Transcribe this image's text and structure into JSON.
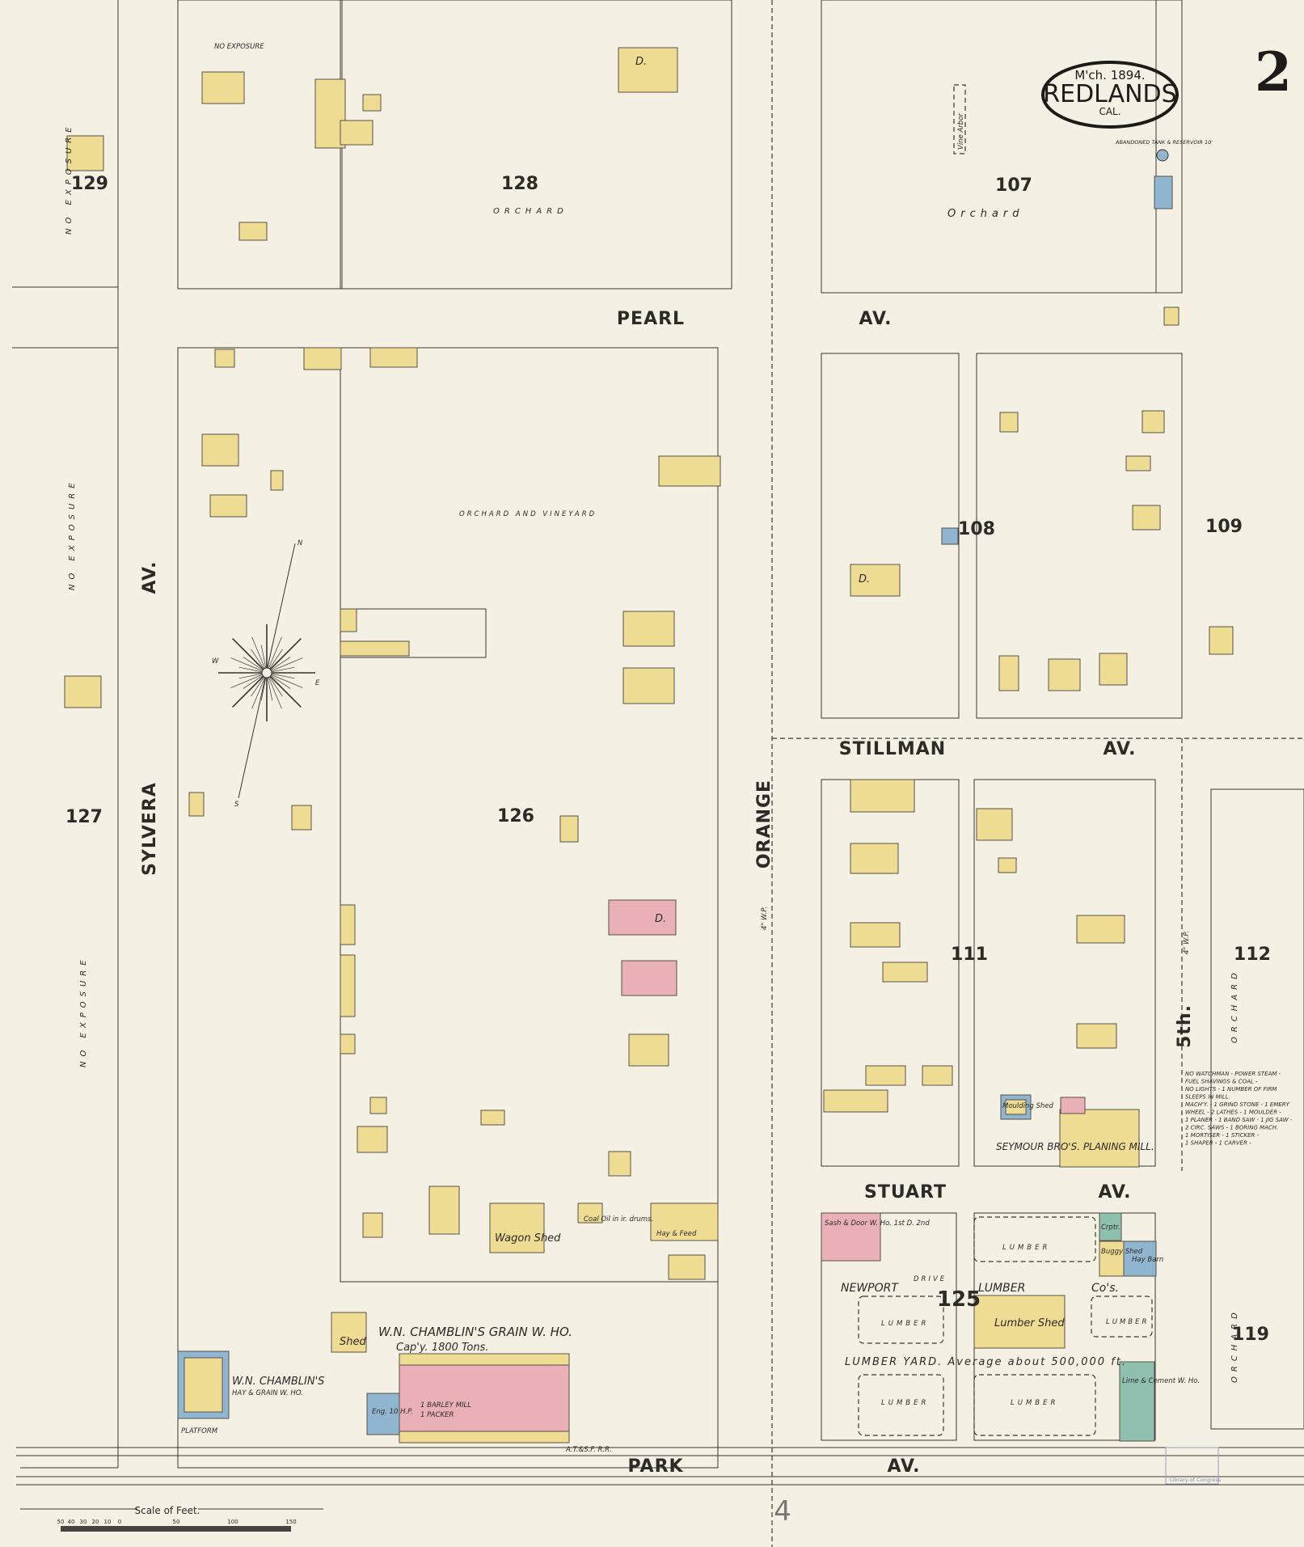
{
  "title": {
    "date": "M'ch. 1894.",
    "city": "REDLANDS",
    "state": "CAL."
  },
  "page_number": "2",
  "colors": {
    "paper": "#f4f0e4",
    "frame": "#efdc93",
    "brick": "#eab0b8",
    "stone_iron": "#8fb5d0",
    "adobe": "#8fbfae",
    "ink": "#3a3530"
  },
  "streets": {
    "pearl": "PEARL",
    "pearl_av": "AV.",
    "sylvera": "SYLVERA",
    "sylvera_av": "AV.",
    "orange": "ORANGE",
    "stillman": "STILLMAN",
    "stillman_av": "AV.",
    "stuart": "STUART",
    "stuart_av": "AV.",
    "park": "PARK",
    "park_av": "AV.",
    "fifth": "5th.",
    "railroad": "A.T.&S.F. R.R."
  },
  "blocks": {
    "b129": "129",
    "b128": "128",
    "b107": "107",
    "b108": "108",
    "b109": "109",
    "b127": "127",
    "b126": "126",
    "b111": "111",
    "b112": "112",
    "b125": "125",
    "b119": "119",
    "b4": "4"
  },
  "area_labels": {
    "no_exposure_top": "NO EXPOSURE",
    "no_exposure_left1": "NO EXPOSURE",
    "no_exposure_left2": "NO EXPOSURE",
    "no_exposure_left3": "NO EXPOSURE",
    "orchard_128": "ORCHARD",
    "orchard_107": "Orchard",
    "orchard_vineyard": "ORCHARD AND VINEYARD",
    "orchard_112": "ORCHARD",
    "orchard_119": "ORCHARD",
    "vine_arbor": "Vine Arbor",
    "tank": "ABANDONED TANK & RESERVOIR 10'",
    "water_pipe_orange": "4\" W.P.",
    "water_pipe_fifth": "4\" W.P."
  },
  "buildings": {
    "grain_wh_title": "W.N. CHAMBLIN'S GRAIN W. HO.",
    "grain_wh_cap": "Cap'y. 1800 Tons.",
    "grain_mill": "1 BARLEY MILL",
    "grain_packer": "1 PACKER",
    "engine": "Eng. 10 H.P.",
    "hay_grain_name": "W.N. CHAMBLIN'S",
    "hay_grain_type": "HAY & GRAIN W. HO.",
    "platform": "PLATFORM",
    "shed": "Shed",
    "wagon_shed": "Wagon Shed",
    "coal_oil": "Coal Oil in ir. drums.",
    "hay_feed": "Hay & Feed",
    "seymour": "SEYMOUR BRO'S. PLANING MILL.",
    "moulding_shed": "Moulding Shed",
    "sash_door": "Sash & Door W. Ho. 1st D. 2nd",
    "newport": "NEWPORT",
    "lumber_word": "LUMBER",
    "cos": "Co's.",
    "drive": "DRIVE",
    "lumber_shed": "Lumber Shed",
    "lumber_yard": "LUMBER YARD. Average about 500,000 ft.",
    "lumber": "LUMBER",
    "buggy_shed": "Buggy Shed",
    "hay_barn": "Hay Barn",
    "carpentry": "Crptr.",
    "lime_cement": "Lime & Cement W. Ho.",
    "dwelling": "D."
  },
  "mill_notes": [
    "NO WATCHMAN - POWER STEAM -",
    "FUEL SHAVINGS & COAL -",
    "NO LIGHTS - 1 NUMBER OF FIRM",
    "SLEEPS IN MILL.",
    "MACH'Y. - 1 GRIND STONE - 1 EMERY",
    "WHEEL - 2 LATHES - 1 MOULDER -",
    "1 PLANER - 1 BAND SAW - 1 JIG SAW -",
    "2 CIRC. SAWS - 1 BORING MACH.",
    "1 MORTISER - 1 STICKER -",
    "1 SHAPER - 1 CARVER -"
  ],
  "scale": {
    "title": "Scale of Feet.",
    "ticks": [
      "50",
      "40",
      "30",
      "20",
      "10",
      "0",
      "50",
      "100",
      "150"
    ]
  },
  "stamp": "Library of Congress",
  "compass": {
    "n": "N",
    "s": "S",
    "e": "E",
    "w": "W"
  }
}
